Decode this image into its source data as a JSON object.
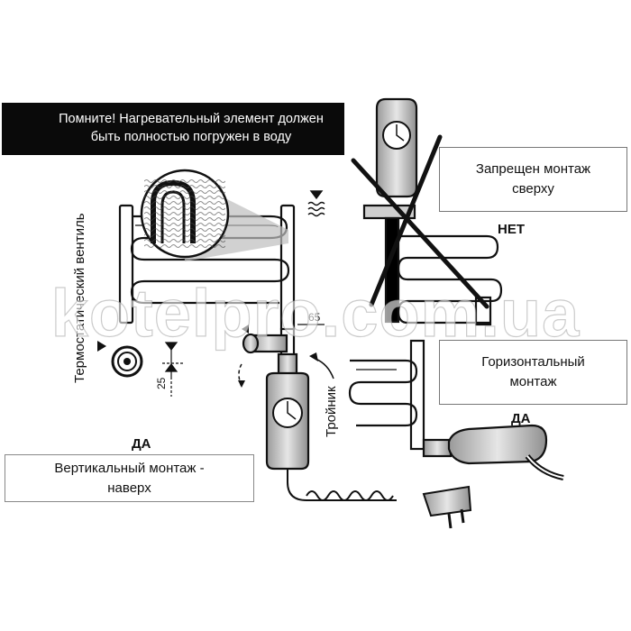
{
  "warning": {
    "line1": "Помните! Нагревательный элемент должен",
    "line2": "быть полностью погружен в воду"
  },
  "labels": {
    "top_mount_forbidden_line1": "Запрещен монтаж",
    "top_mount_forbidden_line2": "сверху",
    "no": "НЕТ",
    "horizontal_line1": "Горизонтальный",
    "horizontal_line2": "монтаж",
    "yes_right": "ДА",
    "yes_left": "ДА",
    "vertical_line1": "Вертикальный монтаж -",
    "vertical_line2": "наверх",
    "thermostatic_valve": "Термостатический вентиль",
    "tee": "Тройник",
    "dim_65": "65",
    "dim_25": "25"
  },
  "watermark": "kotelpro.com.ua",
  "colors": {
    "warning_bg": "#0a0a0a",
    "line": "#111111",
    "device_fill": "#cfcfcf"
  }
}
